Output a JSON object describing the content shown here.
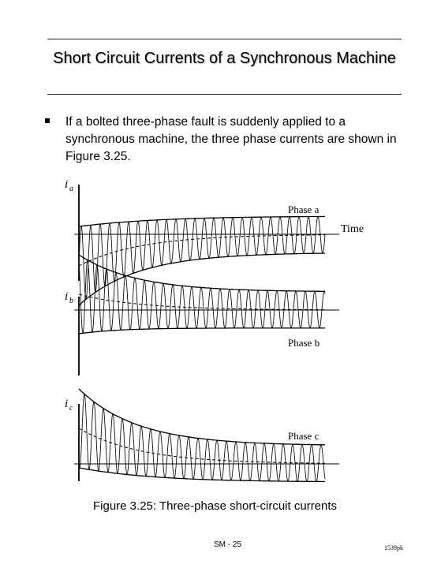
{
  "slide": {
    "title": "Short Circuit Currents of a Synchronous Machine",
    "bullet": "If a bolted three-phase fault is suddenly applied to a synchronous machine, the three phase currents are shown in Figure 3.25.",
    "caption_label": "Figure 3.25",
    "caption_text": ": Three-phase short-circuit currents",
    "footer": "SM - 25",
    "stamp": "1539pk"
  },
  "figure": {
    "time_label": "Time",
    "panels": [
      {
        "axis_label": "i",
        "axis_sub": "a",
        "phase_label": "Phase a"
      },
      {
        "axis_label": "i",
        "axis_sub": "b",
        "phase_label": "Phase b"
      },
      {
        "axis_label": "i",
        "axis_sub": "c",
        "phase_label": "Phase c"
      }
    ]
  }
}
